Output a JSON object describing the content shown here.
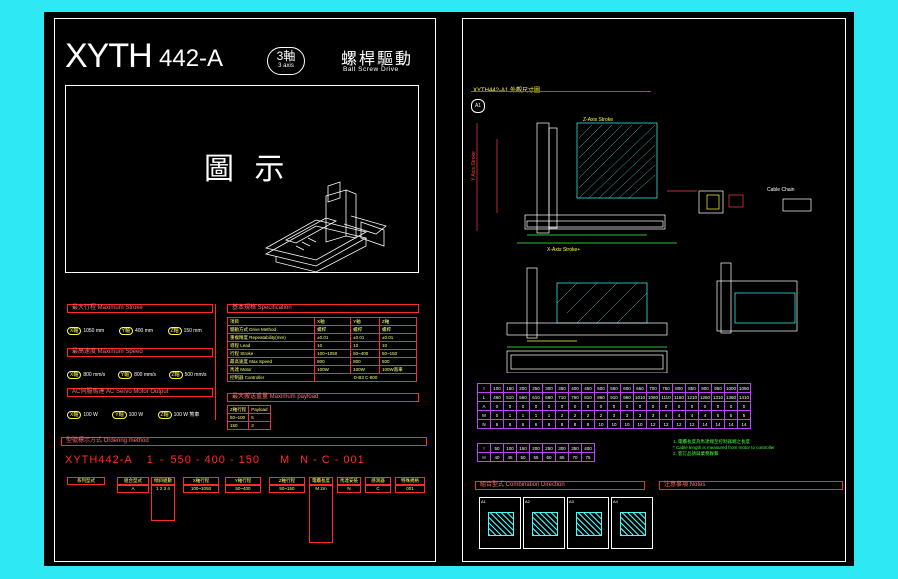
{
  "left_sheet": {
    "title": "XYTH",
    "model": "442-A",
    "axes_badge": "3軸",
    "axes_badge_sub": "3 axis",
    "drive_title": "螺桿驅動",
    "drive_sub": "Ball Screw Drive",
    "image_label": "圖 示",
    "max_stroke_header": "最大行程 Maximum Stroke",
    "strokes": [
      {
        "axis": "X軸",
        "value": "1050 mm"
      },
      {
        "axis": "Y軸",
        "value": "400 mm"
      },
      {
        "axis": "Z軸",
        "value": "150 mm"
      }
    ],
    "max_speed_header": "最高速度 Maximum Speed",
    "speeds": [
      {
        "axis": "X軸",
        "value": "800 mm/s"
      },
      {
        "axis": "Y軸",
        "value": "800 mm/s"
      },
      {
        "axis": "Z軸",
        "value": "500 mm/s"
      }
    ],
    "motor_header": "AC伺服馬達 AC Servo Motor Output",
    "motors": [
      {
        "axis": "X軸",
        "value": "100 W"
      },
      {
        "axis": "Y軸",
        "value": "100 W"
      },
      {
        "axis": "Z軸",
        "value": "100 W 煞車"
      }
    ],
    "spec_header": "基本規格 Specification",
    "spec_columns": [
      "項目",
      "X軸",
      "Y軸",
      "Z軸"
    ],
    "spec_rows": [
      [
        "驅動方式 Drive Method",
        "螺桿",
        "螺桿",
        "螺桿"
      ],
      [
        "重複精度 Repeatability(mm)",
        "±0.01",
        "±0.01",
        "±0.01"
      ],
      [
        "導程 Lead",
        "10",
        "10",
        "10"
      ],
      [
        "行程 Stroke",
        "100~1050",
        "50~400",
        "50~150"
      ],
      [
        "最高速度 Max Speed",
        "800",
        "800",
        "500"
      ],
      [
        "馬達 Motor",
        "100W",
        "100W",
        "100W煞車"
      ],
      [
        "控制器 Controller",
        "D-B3 C-800",
        "",
        ""
      ]
    ],
    "payload_header": "最大搬送重量 Maximum payload",
    "payload_columns": [
      "Z軸行程",
      "Payload"
    ],
    "payload_rows": [
      [
        "50~100",
        "5"
      ],
      [
        "150",
        "3"
      ]
    ],
    "order_header": "型號標示方式 Ordering method",
    "order_code": [
      "XYTH442",
      "-",
      "A",
      "1",
      "-",
      "550",
      "-",
      "400",
      "-",
      "150",
      "M",
      "N",
      "-",
      "C",
      "-",
      "001"
    ],
    "order_labels": [
      "系列型式",
      "組合型式",
      "傾斜組數",
      "X軸行程",
      "Y軸行程",
      "Z軸行程",
      "電纜長度",
      "馬達安裝",
      "感測器",
      "特殊規格"
    ],
    "order_sub": [
      "",
      "A",
      "1 2 3 4",
      "100~1050",
      "50~400",
      "50~150",
      "M 2m",
      "N",
      "C",
      "001"
    ]
  },
  "right_sheet": {
    "drawing_title": "XYTH442-A1 外觀尺寸圖",
    "view_label": "A1",
    "annotations": [
      "Z-Axis Stroke",
      "X-Axis Stroke+",
      "Cable Chain",
      "Y-Axis Stroke"
    ],
    "magnitude_header": [
      "X",
      "100",
      "150",
      "200",
      "250",
      "300",
      "350",
      "400",
      "450",
      "500",
      "550",
      "600",
      "650",
      "700",
      "750",
      "800",
      "850",
      "900",
      "950",
      "1000",
      "1050"
    ],
    "magnitude_rows": [
      [
        "L",
        "460",
        "510",
        "560",
        "610",
        "660",
        "710",
        "760",
        "810",
        "860",
        "910",
        "960",
        "1010",
        "1060",
        "1110",
        "1160",
        "1210",
        "1260",
        "1310",
        "1360",
        "1410"
      ],
      [
        "A",
        "0",
        "0",
        "0",
        "0",
        "0",
        "0",
        "0",
        "0",
        "0",
        "0",
        "0",
        "0",
        "0",
        "0",
        "0",
        "0",
        "0",
        "0",
        "0",
        "0"
      ],
      [
        "M",
        "0",
        "1",
        "1",
        "1",
        "1",
        "2",
        "2",
        "2",
        "2",
        "3",
        "3",
        "3",
        "3",
        "4",
        "4",
        "4",
        "4",
        "5",
        "5",
        "5"
      ],
      [
        "N",
        "6",
        "6",
        "6",
        "6",
        "8",
        "8",
        "8",
        "8",
        "10",
        "10",
        "10",
        "10",
        "12",
        "12",
        "12",
        "12",
        "14",
        "14",
        "14",
        "14"
      ]
    ],
    "y_stroke_header": [
      "Y",
      "50",
      "100",
      "150",
      "200",
      "250",
      "300",
      "350",
      "400"
    ],
    "y_stroke_rows": [
      [
        "H",
        "40",
        "45",
        "50",
        "55",
        "60",
        "65",
        "70",
        "75"
      ]
    ],
    "notes": [
      "1. 電纜長度為馬達端至控制器端之長度",
      "* Cable length is measured from motor to controller",
      "2. 客訂品請與業務聯繫"
    ],
    "combination_header": "組合型式 Combination Direction",
    "combination_views": [
      "A1",
      "A2",
      "A3",
      "A4"
    ],
    "notice_header": "注意事項 Notes"
  }
}
